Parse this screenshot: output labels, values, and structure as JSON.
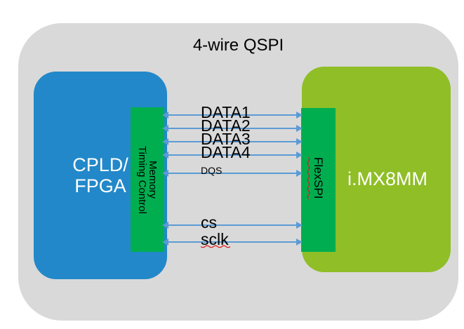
{
  "diagram": {
    "title": "4-wire QSPI",
    "left_block": {
      "label": "CPLD/\nFPGA"
    },
    "left_interface": {
      "label": "Timing Control\nMemory"
    },
    "right_interface": {
      "label": "FlexSPI",
      "spellcheck_underline": true
    },
    "right_block": {
      "label": "i.MX8MM"
    },
    "signals": [
      {
        "label": "DATA1",
        "direction": "bidirectional"
      },
      {
        "label": "DATA2",
        "direction": "bidirectional"
      },
      {
        "label": "DATA3",
        "direction": "bidirectional"
      },
      {
        "label": "DATA4",
        "direction": "bidirectional"
      },
      {
        "label": "DQS",
        "direction": "bidirectional"
      },
      {
        "label": "cs",
        "direction": "bidirectional"
      },
      {
        "label": "sclk",
        "direction": "bidirectional",
        "spellcheck_underline": true
      }
    ],
    "colors": {
      "panel_gray": "#D9D9D9",
      "block_blue": "#2288C9",
      "interface_green": "#00AE50",
      "block_lime": "#8FBE27",
      "arrow_blue": "#5B9BD5",
      "squiggle_red": "#E01616",
      "text_black": "#000000",
      "text_white": "#FFFFFF"
    }
  }
}
